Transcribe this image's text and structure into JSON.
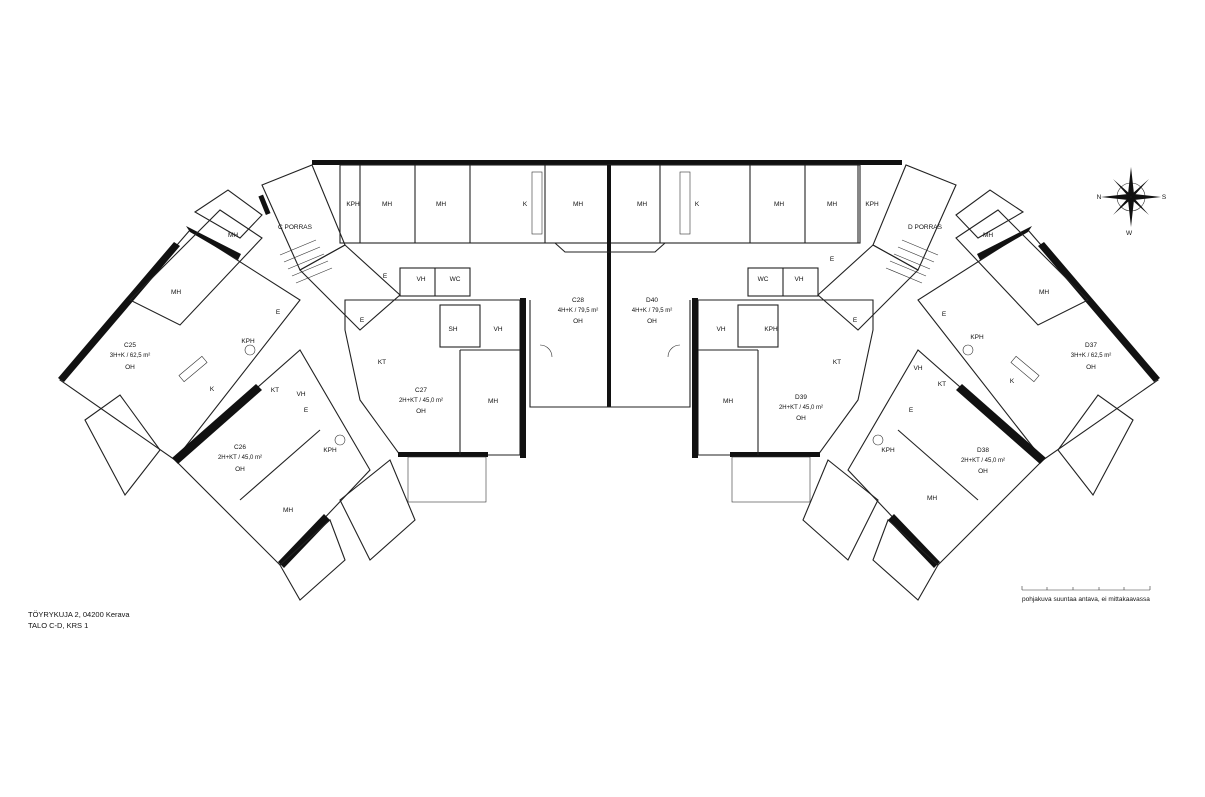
{
  "address": "TÖYRYKUJA 2, 04200 Kerava",
  "building_floor": "TALO C-D, KRS 1",
  "scale_note": "pohjakuva suuntaa antava, ei mittakaavassa",
  "compass": {
    "n": "N",
    "e": "S",
    "w": "W",
    "s": ""
  },
  "stairs": {
    "c": "C PORRAS",
    "d": "D PORRAS"
  },
  "apartments": [
    {
      "code": "C25",
      "type": "3H+K / 62,5 m²",
      "note": "OH"
    },
    {
      "code": "C26",
      "type": "2H+KT / 45,0 m²",
      "note": "OH"
    },
    {
      "code": "C27",
      "type": "2H+KT / 45,0 m²",
      "note": "OH"
    },
    {
      "code": "C28",
      "type": "4H+K / 79,5 m²",
      "note": "OH"
    },
    {
      "code": "D40",
      "type": "4H+K / 79,5 m²",
      "note": "OH"
    },
    {
      "code": "D39",
      "type": "2H+KT / 45,0 m²",
      "note": "OH"
    },
    {
      "code": "D38",
      "type": "2H+KT / 45,0 m²",
      "note": "OH"
    },
    {
      "code": "D37",
      "type": "3H+K / 62,5 m²",
      "note": "OH"
    }
  ],
  "rooms": {
    "mh": "MH",
    "kph": "KPH",
    "k": "K",
    "kt": "KT",
    "e": "E",
    "vh": "VH",
    "wc": "WC",
    "sh": "SH"
  }
}
